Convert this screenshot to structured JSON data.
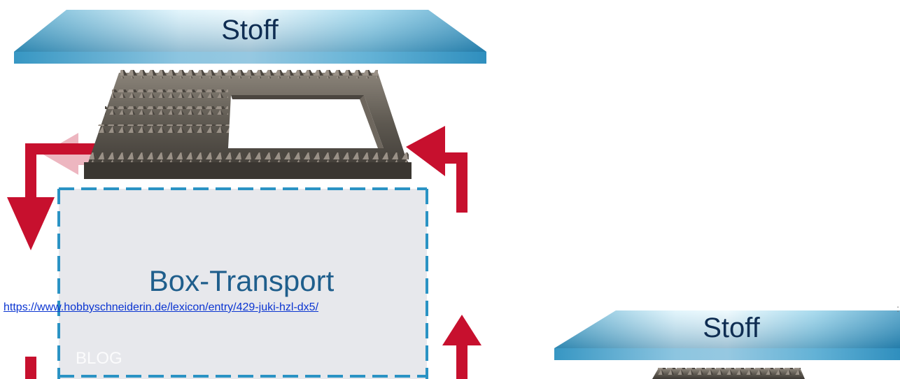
{
  "figure_left": {
    "fabric_label": "Stoff",
    "box_label": "Box-Transport",
    "watermark": "BLOG"
  },
  "figure_right": {
    "fabric_label": "Stoff"
  },
  "source": {
    "link_text": "https://www.hobbyschneiderin.de/lexicon/entry/429-juki-hzl-dx5/"
  },
  "colors": {
    "arrow_red": "#c7102e",
    "fabric_blue": "#4aa8cc",
    "box_fill": "#e7e8ec",
    "box_border": "#2b93c4",
    "feed_dog_gray": "#5a5650"
  },
  "icons": {
    "arrow": "arrow-icon",
    "feed_dog": "feed-dog-icon"
  }
}
